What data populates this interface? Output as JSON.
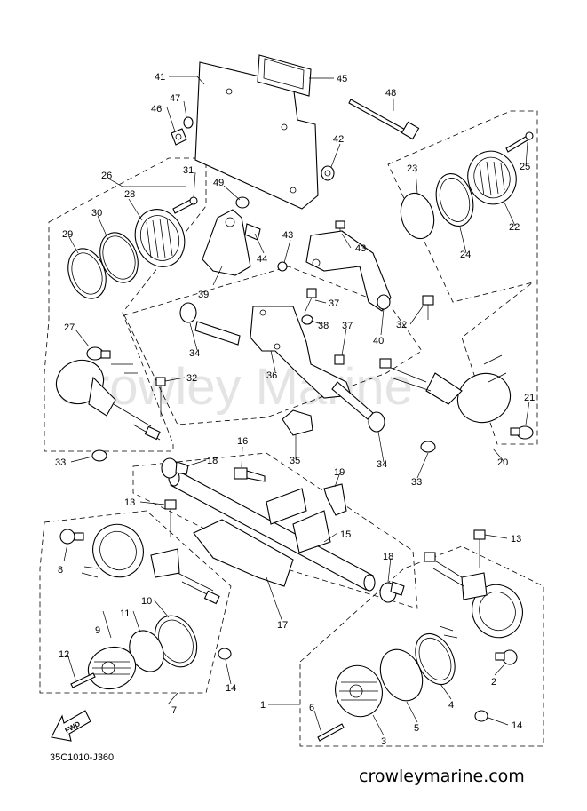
{
  "diagram": {
    "ref_code": "35C1010-J360",
    "website": "crowleymarine.com",
    "watermark": "Crowley Marine",
    "fwd_label": "FWD",
    "callouts": [
      "1",
      "2",
      "3",
      "4",
      "5",
      "6",
      "7",
      "8",
      "9",
      "10",
      "11",
      "12",
      "13",
      "13",
      "14",
      "14",
      "15",
      "16",
      "17",
      "18",
      "18",
      "19",
      "20",
      "21",
      "22",
      "23",
      "24",
      "25",
      "26",
      "27",
      "28",
      "29",
      "30",
      "31",
      "32",
      "32",
      "33",
      "33",
      "34",
      "34",
      "35",
      "36",
      "37",
      "37",
      "38",
      "39",
      "40",
      "41",
      "42",
      "43",
      "43",
      "44",
      "45",
      "46",
      "47",
      "48",
      "49"
    ]
  }
}
